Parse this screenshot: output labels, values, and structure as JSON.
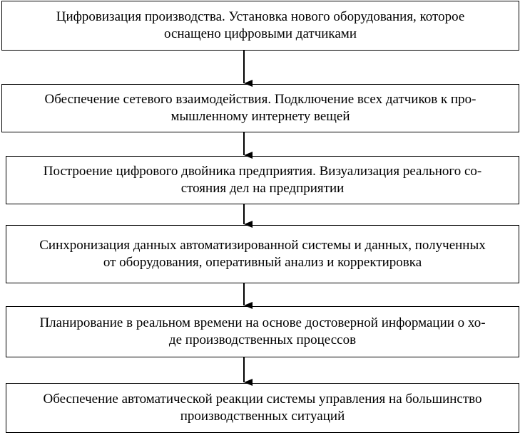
{
  "steps": [
    {
      "line1": "Цифровизация производства. Установка нового оборудования, которое",
      "line2": "оснащено цифровыми датчиками"
    },
    {
      "line1": "Обеспечение сетевого взаимодействия. Подключение всех датчиков к про-",
      "line2": "мышленному интернету вещей"
    },
    {
      "line1": "Построение цифрового двойника предприятия. Визуализация реального со-",
      "line2": "стояния дел на предприятии"
    },
    {
      "line1": "Синхронизация данных автоматизированной системы и данных, полученных",
      "line2": "от оборудования, оперативный анализ и корректировка"
    },
    {
      "line1": "Планирование в реальном времени на основе достоверной информации о хо-",
      "line2": "де производственных процессов"
    },
    {
      "line1": "Обеспечение автоматической реакции системы управления на большинство",
      "line2": "производственных ситуаций"
    }
  ]
}
